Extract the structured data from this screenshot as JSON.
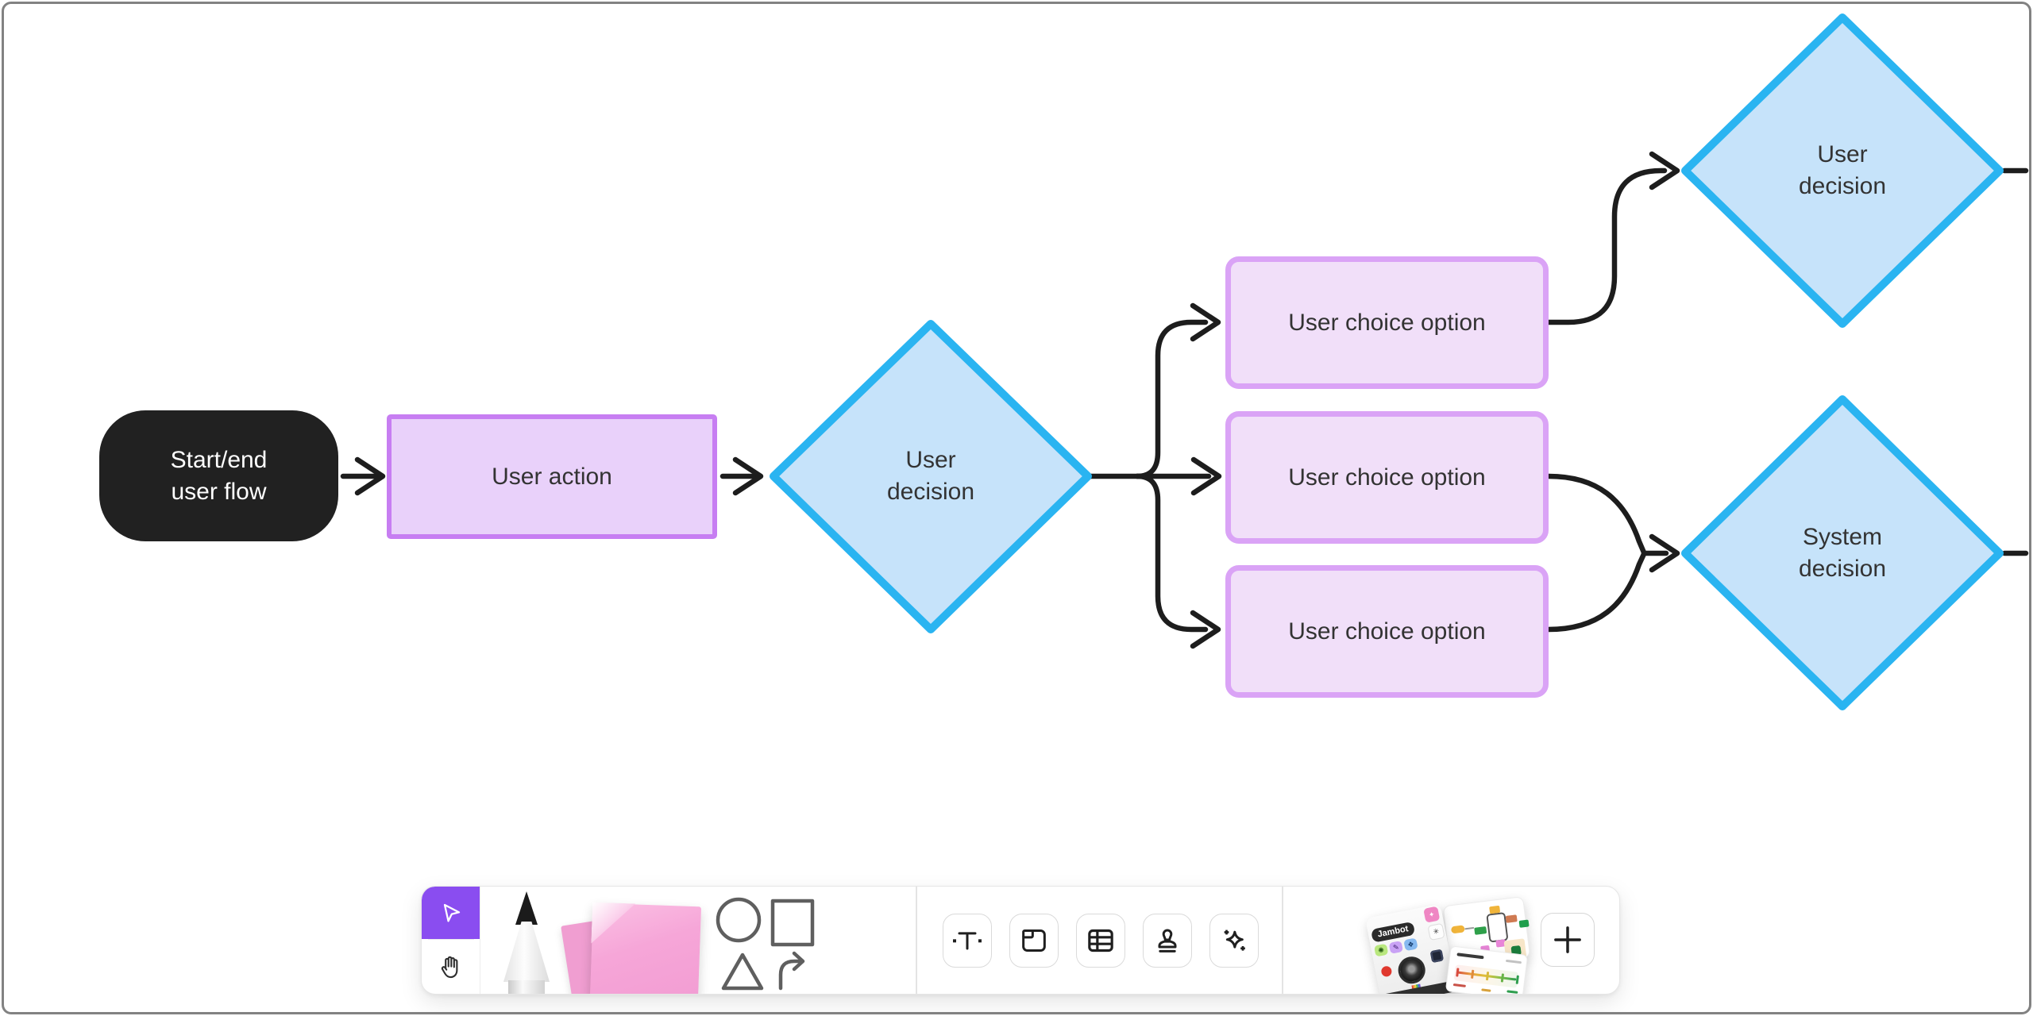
{
  "colors": {
    "canvas_bg": "#ffffff",
    "frame_border": "#828282",
    "connector": "#1d1d1d",
    "label_text": "#333333",
    "terminator_fill": "#212121",
    "terminator_text": "#ffffff",
    "process_fill": "#e9d1fa",
    "process_stroke": "#c77ef2",
    "choice_fill": "#f1dff9",
    "choice_stroke": "#daa3f6",
    "decision_fill": "#c6e3fa",
    "decision_stroke": "#2ab4f1",
    "toolbar_accent": "#8a4df0"
  },
  "diagram": {
    "start": {
      "label": "Start/end\nuser flow"
    },
    "action": {
      "label": "User action"
    },
    "decision_user_1": {
      "label": "User\ndecision"
    },
    "choice_top": {
      "label": "User choice option"
    },
    "choice_middle": {
      "label": "User choice option"
    },
    "choice_bottom": {
      "label": "User choice option"
    },
    "decision_user_2": {
      "label": "User\ndecision"
    },
    "decision_system": {
      "label": "System\ndecision"
    }
  },
  "toolbar": {
    "selected_tool": "select",
    "tools": [
      {
        "name": "select"
      },
      {
        "name": "hand"
      },
      {
        "name": "marker"
      },
      {
        "name": "sticky-note"
      },
      {
        "name": "shapes"
      },
      {
        "name": "text"
      },
      {
        "name": "section"
      },
      {
        "name": "table"
      },
      {
        "name": "stamp"
      },
      {
        "name": "ai-sparkle"
      },
      {
        "name": "templates"
      },
      {
        "name": "more"
      }
    ],
    "templates_card_label": "Jambot"
  }
}
